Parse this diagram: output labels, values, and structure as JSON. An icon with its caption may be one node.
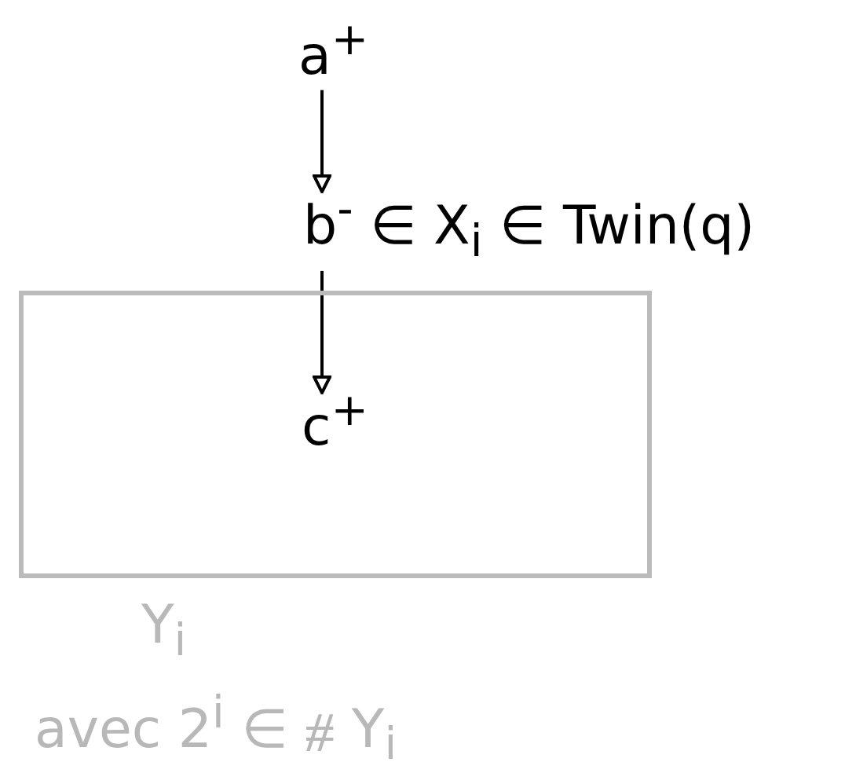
{
  "diagram": {
    "nodes": [
      {
        "text": [
          "Y$_{i}$"
        ]
      },
      {
        "text": [
          "a$^{+}$"
        ]
      },
      {
        "text": [
          "b$^{-}$ ∈ X$_{i}$ ∈ Twin(q)"
        ]
      },
      {
        "text": [
          "c$^{+}$"
        ],
        "in": 0
      }
    ],
    "edges": [
      {
        "from": 1,
        "to": 2,
        "arrow": "to"
      },
      {
        "from": 2,
        "to": 3,
        "arrow": "to"
      }
    ],
    "labels": [
      "avec 2$^{i}$ ∈ ⧣ Y$_{i}$"
    ]
  }
}
